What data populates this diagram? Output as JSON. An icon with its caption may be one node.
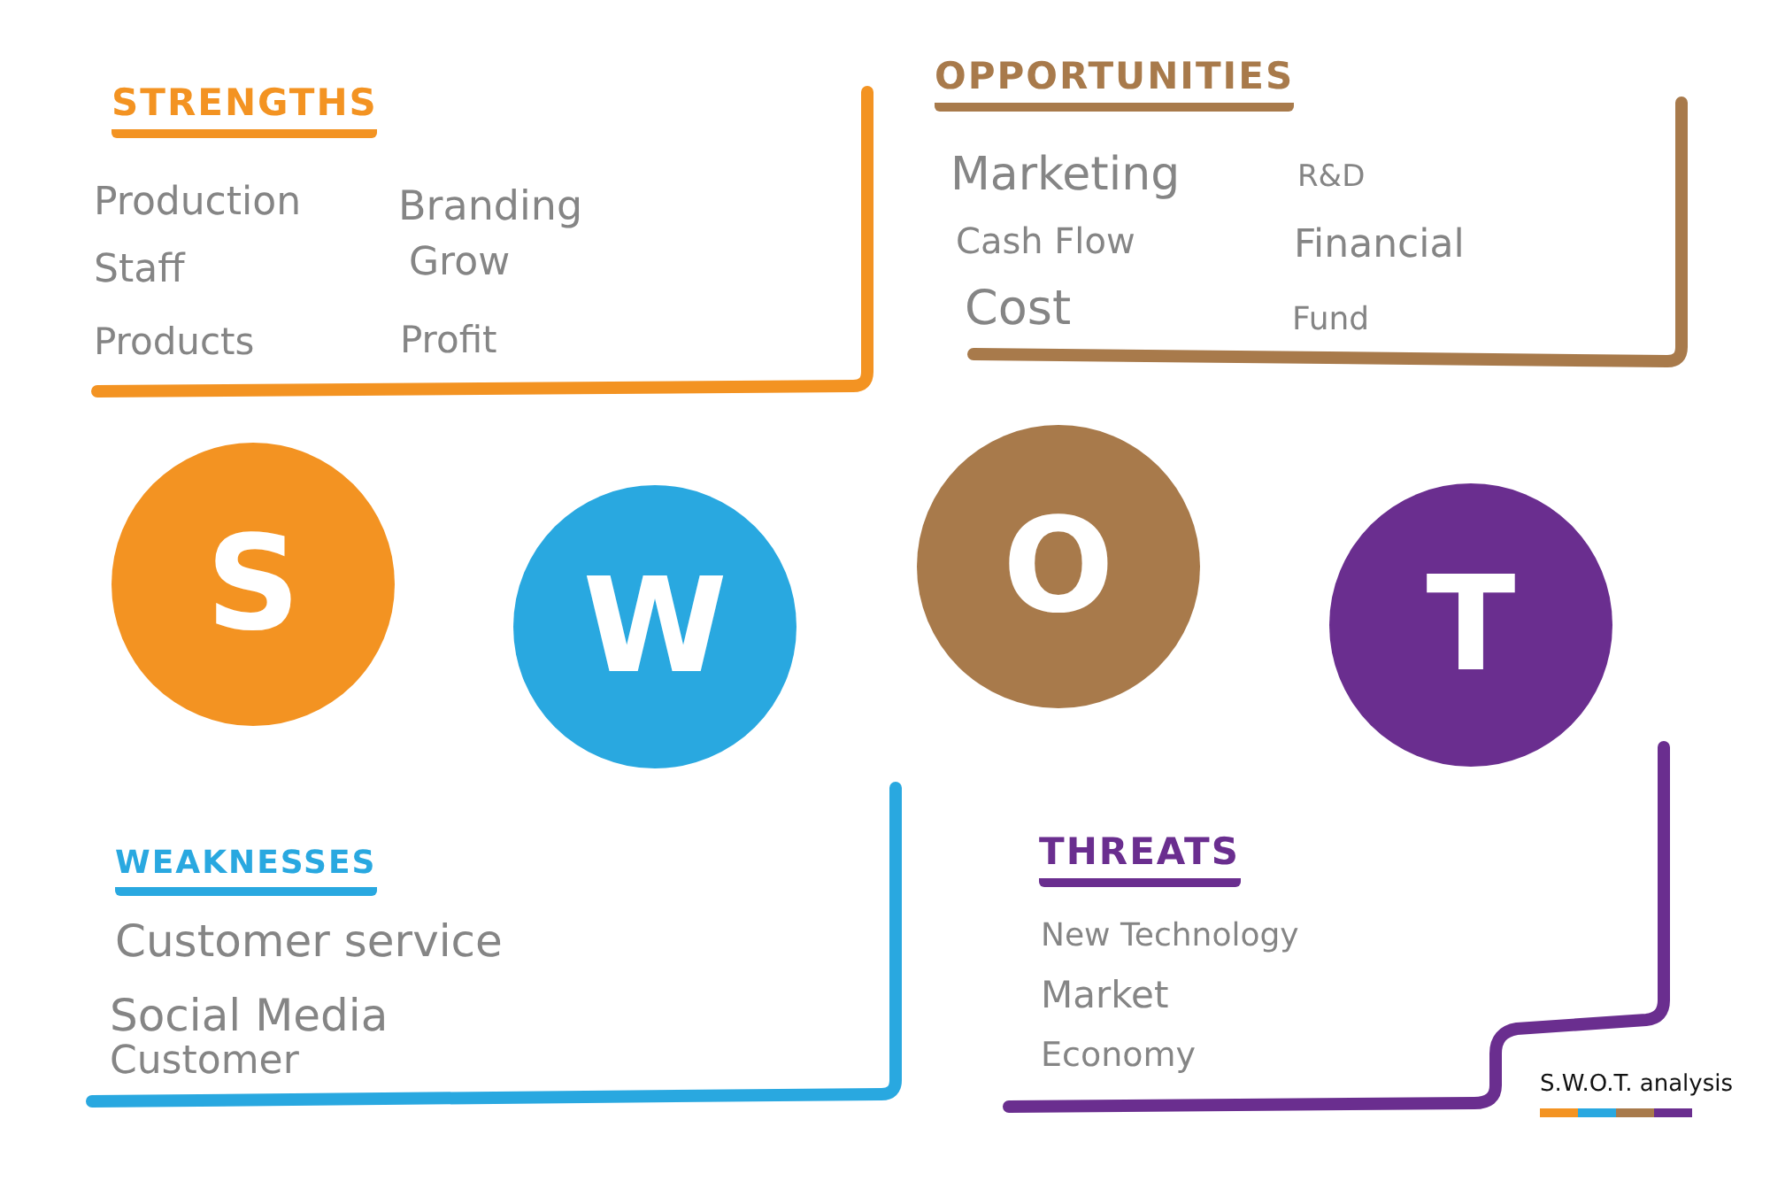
{
  "diagram": {
    "nodes": [
      {
        "text": [
          "STRENGTHS",
          "Production",
          "Branding",
          "Staff",
          "Grow",
          "Products",
          "Profit"
        ]
      },
      {
        "text": [
          "OPPORTUNITIES",
          "Marketing",
          "R&D",
          "Cash Flow",
          "Financial",
          "Cost",
          "Fund"
        ]
      },
      {
        "text": [
          "S"
        ]
      },
      {
        "text": [
          "W"
        ]
      },
      {
        "text": [
          "O"
        ]
      },
      {
        "text": [
          "T"
        ]
      },
      {
        "text": [
          "WEAKNESSES",
          "Customer service",
          "Social Media",
          "Customer"
        ]
      },
      {
        "text": [
          "THREATS",
          "New Technology",
          "Market",
          "Economy"
        ]
      }
    ],
    "labels": [
      "S.W.O.T. analysis"
    ]
  }
}
